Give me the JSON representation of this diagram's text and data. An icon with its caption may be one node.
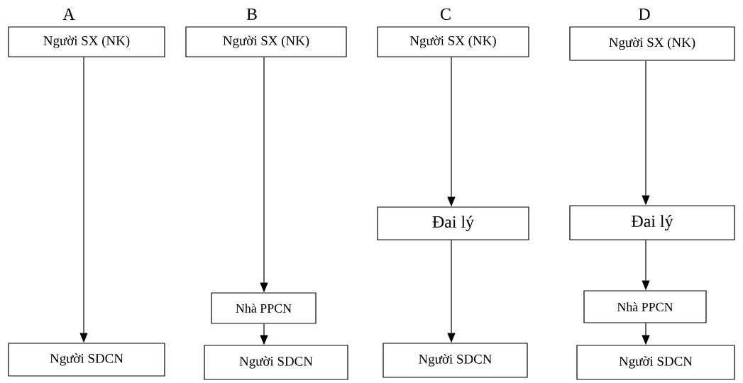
{
  "diagram": {
    "nodes": [
      {
        "text": [
          "Người SX (NK)"
        ]
      },
      {
        "text": [
          "Người SDCN"
        ]
      },
      {
        "text": [
          "Người SX (NK)"
        ]
      },
      {
        "text": [
          "Nhà PPCN"
        ]
      },
      {
        "text": [
          "Người SDCN"
        ]
      },
      {
        "text": [
          "Người SX (NK)"
        ]
      },
      {
        "text": [
          "Đai lý"
        ]
      },
      {
        "text": [
          "Người SDCN"
        ]
      },
      {
        "text": [
          "Người SX (NK)"
        ]
      },
      {
        "text": [
          "Đai lý"
        ]
      },
      {
        "text": [
          "Nhà PPCN"
        ]
      },
      {
        "text": [
          "Người SDCN"
        ]
      }
    ],
    "edges": [
      {
        "from": 0,
        "to": 1,
        "arrow": "to"
      },
      {
        "from": 2,
        "to": 3,
        "arrow": "to"
      },
      {
        "from": 3,
        "to": 4,
        "arrow": "to"
      },
      {
        "from": 5,
        "to": 6,
        "arrow": "to"
      },
      {
        "from": 6,
        "to": 7,
        "arrow": "to"
      },
      {
        "from": 8,
        "to": 9,
        "arrow": "to"
      },
      {
        "from": 9,
        "to": 10,
        "arrow": "to"
      },
      {
        "from": 10,
        "to": 11,
        "arrow": "to"
      }
    ],
    "labels": [
      "A",
      "B",
      "C",
      "D"
    ]
  }
}
